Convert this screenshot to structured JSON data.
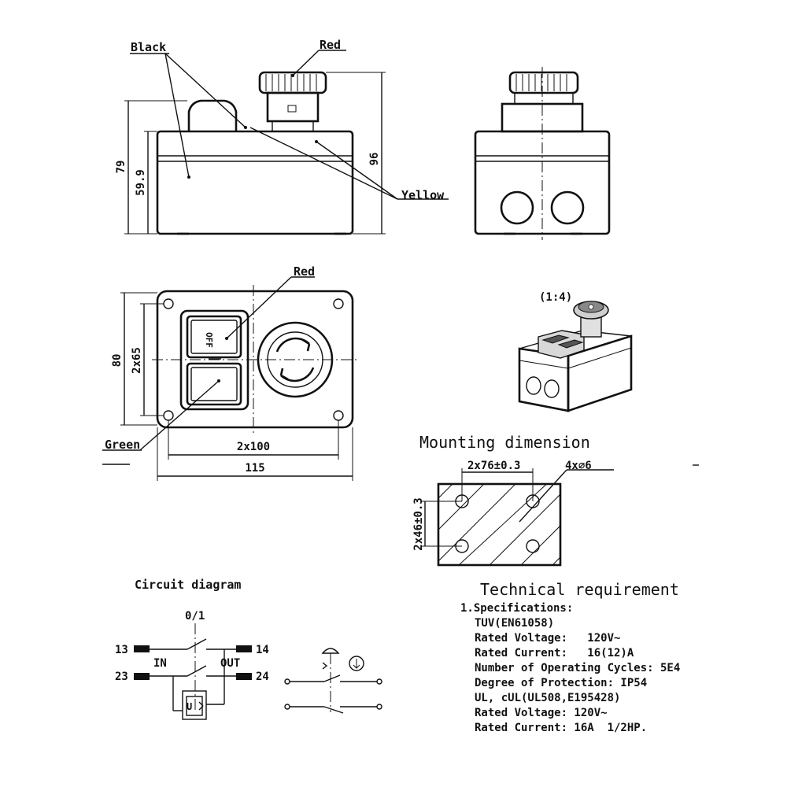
{
  "labels": {
    "black": "Black",
    "red_top": "Red",
    "yellow": "Yellow",
    "red_plan": "Red",
    "green": "Green",
    "off": "OFF",
    "scale": "(1:4)"
  },
  "dimensions": {
    "h79": "79",
    "h59_9": "59.9",
    "h96": "96",
    "h80": "80",
    "h2x65": "2x65",
    "w2x100": "2x100",
    "w115": "115"
  },
  "mounting": {
    "title": "Mounting dimension",
    "x_spacing": "2x76±0.3",
    "holes": "4x∅6",
    "y_spacing": "2x46±0.3"
  },
  "circuit": {
    "title": "Circuit diagram",
    "switch_label": "0/1",
    "t13": "13",
    "t14": "14",
    "t23": "23",
    "t24": "24",
    "in": "IN",
    "out": "OUT",
    "coil": "U"
  },
  "tech": {
    "title": "Technical requirement",
    "lines": [
      "1.Specifications:",
      "TUV(EN61058)",
      "Rated Voltage:   120V~",
      "Rated Current:   16(12)A",
      "Number of Operating Cycles: 5E4",
      "Degree of Protection: IP54",
      "UL, cUL(UL508,E195428)",
      "Rated Voltage: 120V~",
      "Rated Current: 16A  1/2HP."
    ]
  }
}
